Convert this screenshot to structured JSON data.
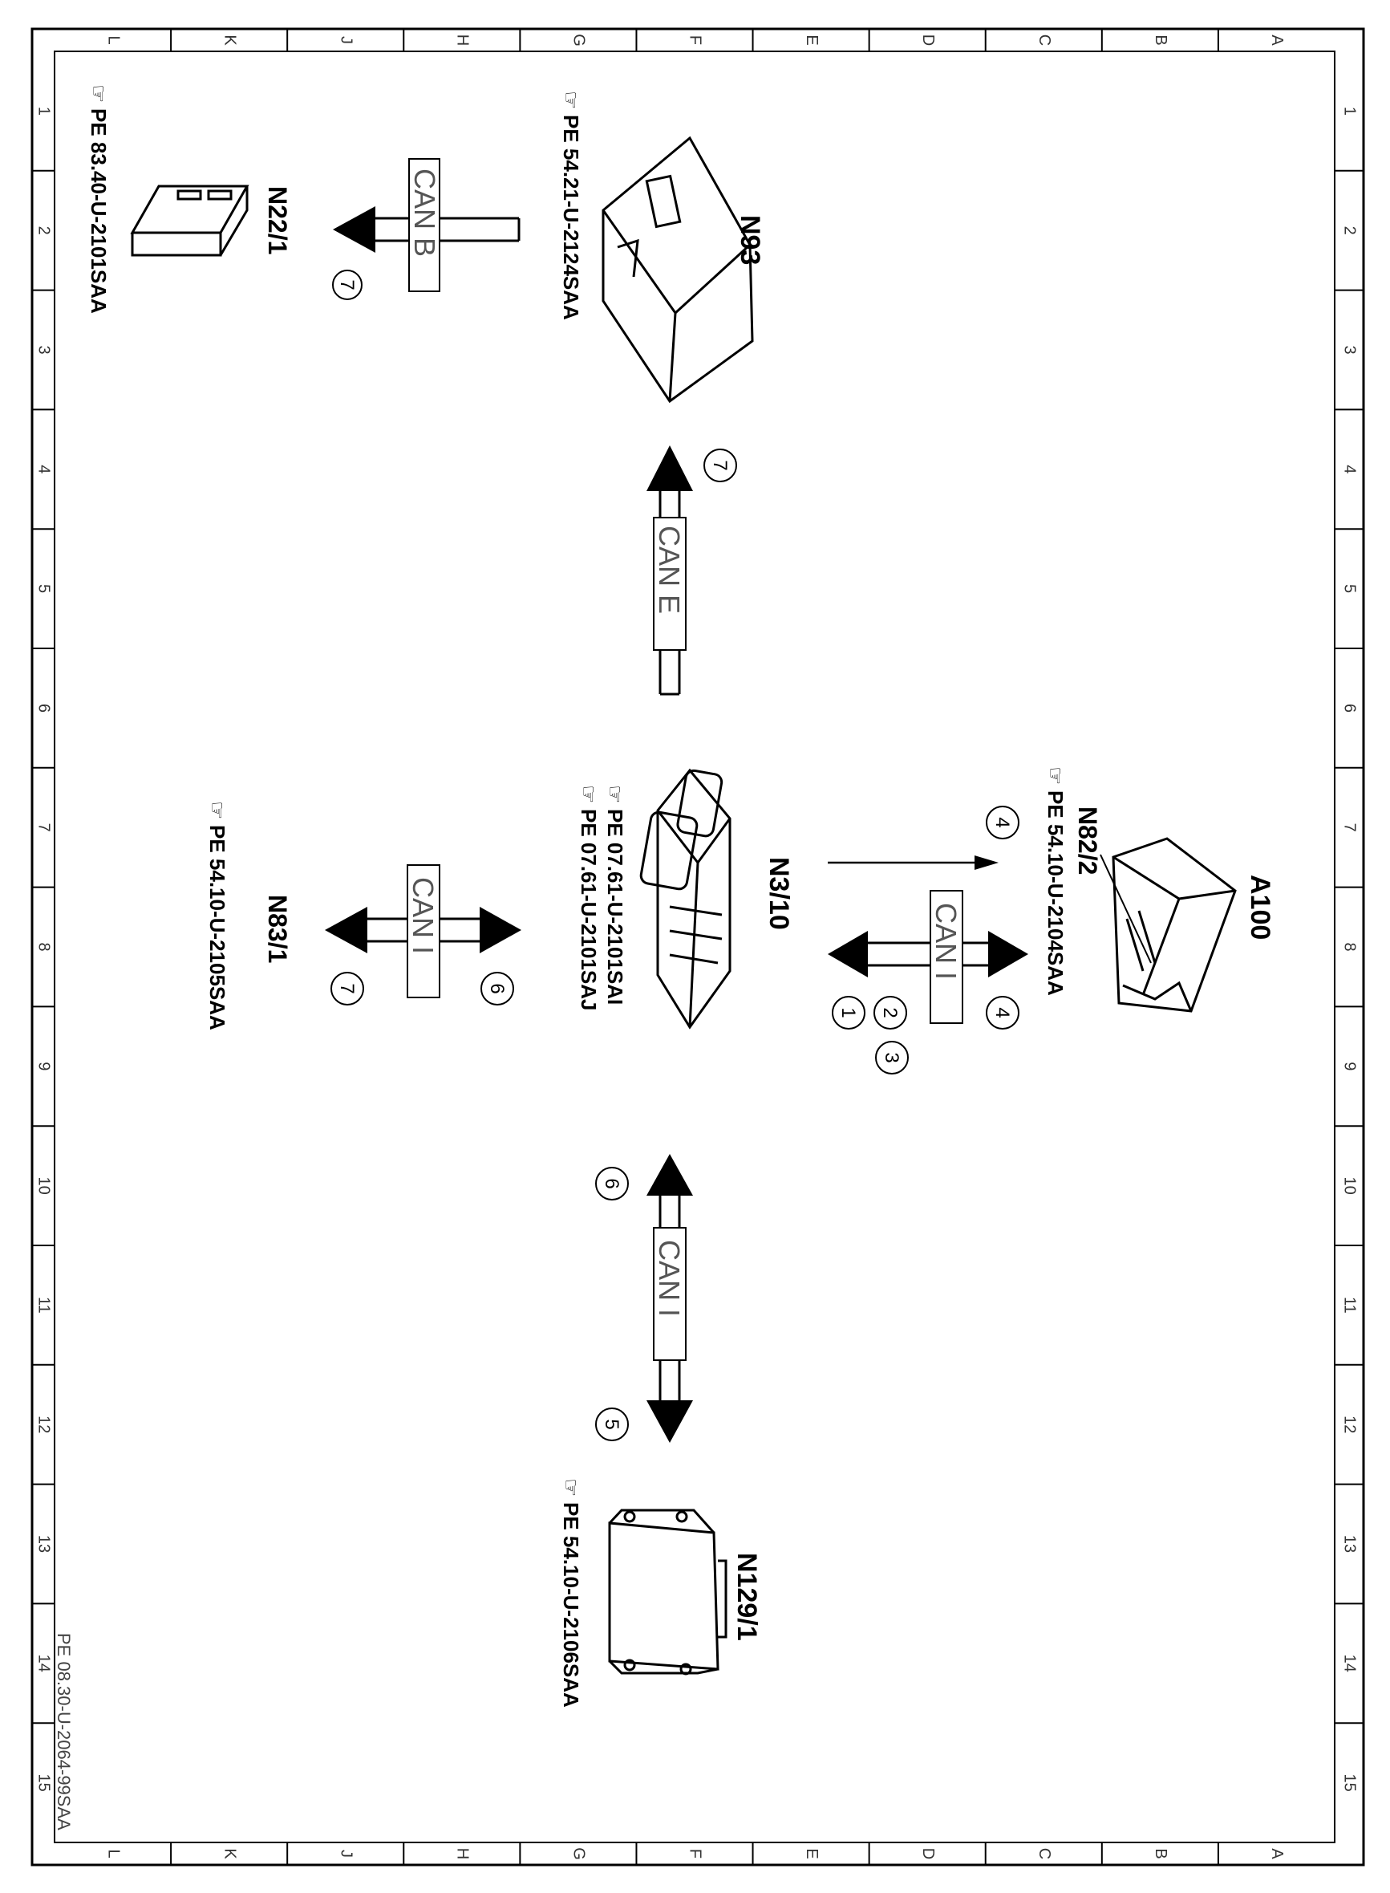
{
  "border": {
    "letters": [
      "L",
      "K",
      "J",
      "H",
      "G",
      "F",
      "E",
      "D",
      "C",
      "B",
      "A"
    ],
    "numbers": [
      "1",
      "2",
      "3",
      "4",
      "5",
      "6",
      "7",
      "8",
      "9",
      "10",
      "11",
      "12",
      "13",
      "14",
      "15"
    ]
  },
  "components": {
    "n93": {
      "label": "N93",
      "ref": "PE 54.21-U-2124SAA"
    },
    "n22_1": {
      "label": "N22/1",
      "ref": "PE 83.40-U-2101SAA"
    },
    "n3_10": {
      "label": "N3/10",
      "ref1": "PE 07.61-U-2101SAI",
      "ref2": "PE 07.61-U-2101SAJ"
    },
    "a100": {
      "label": "A100",
      "sub_label": "N82/2",
      "ref": "PE 54.10-U-2104SAA"
    },
    "n83_1": {
      "label": "N83/1",
      "ref": "PE 54.10-U-2105SAA"
    },
    "n129_1": {
      "label": "N129/1",
      "ref": "PE 54.10-U-2106SAA"
    }
  },
  "buses": {
    "can_b": "CAN B",
    "can_e": "CAN E",
    "can_i_a100": "CAN I",
    "can_i_n83": "CAN I",
    "can_i_n129": "CAN I"
  },
  "callouts": {
    "n22_1": "7",
    "can_e_top": "7",
    "a100_signal": "4",
    "a100_bus": "4",
    "n3_10_1": "1",
    "n3_10_2": "2",
    "n3_10_3": "3",
    "n83_right": "6",
    "n83_left": "7",
    "n129_top": "6",
    "n129_bottom": "5"
  },
  "footer": {
    "doc_id": "PE 08.30-U-2064-99SAA"
  },
  "colors": {
    "ink": "#000000",
    "paper": "#ffffff",
    "bus_label_text": "#555555"
  }
}
